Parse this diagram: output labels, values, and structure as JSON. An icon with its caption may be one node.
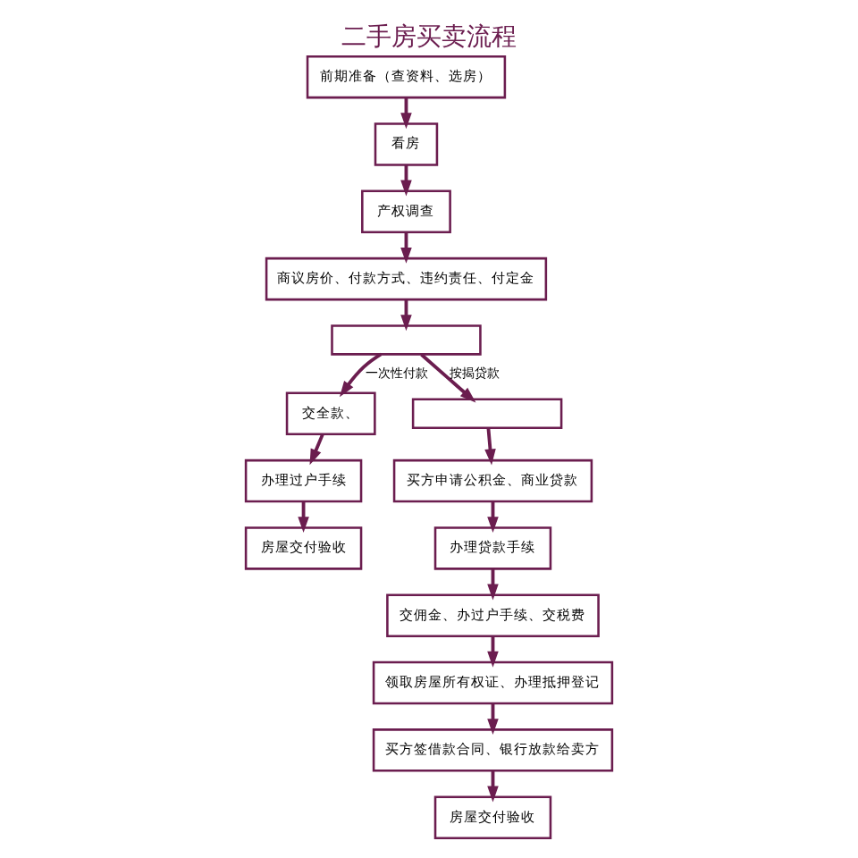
{
  "diagram": {
    "title": "二手房买卖流程",
    "nodes": [
      {
        "text": [
          "前期准备（查资料、选房）"
        ]
      },
      {
        "text": [
          "看房"
        ]
      },
      {
        "text": [
          "产权调查"
        ]
      },
      {
        "text": [
          "商议房价、付款方式、违约责任、付定金"
        ]
      },
      {
        "text": [],
        "shape": "box"
      },
      {
        "text": [
          "交全款、"
        ]
      },
      {
        "text": [],
        "shape": "box"
      },
      {
        "text": [
          "办理过户手续"
        ]
      },
      {
        "text": [
          "房屋交付验收"
        ]
      },
      {
        "text": [
          "买方申请公积金、商业贷款"
        ]
      },
      {
        "text": [
          "办理贷款手续"
        ]
      },
      {
        "text": [
          "交佣金、办过户手续、交税费"
        ]
      },
      {
        "text": [
          "领取房屋所有权证、办理抵押登记"
        ]
      },
      {
        "text": [
          "买方签借款合同、银行放款给卖方"
        ]
      },
      {
        "text": [
          "房屋交付验收"
        ]
      }
    ],
    "edges": [
      {
        "from": 0,
        "to": 1,
        "arrow": "to"
      },
      {
        "from": 1,
        "to": 2,
        "arrow": "to"
      },
      {
        "from": 2,
        "to": 3,
        "arrow": "to"
      },
      {
        "from": 3,
        "to": 4,
        "arrow": "to"
      },
      {
        "from": 4,
        "to": 5,
        "arrow": "to",
        "label": "一次性付款"
      },
      {
        "from": 4,
        "to": 6,
        "arrow": "to",
        "label": "按揭贷款"
      },
      {
        "from": 5,
        "to": 7,
        "arrow": "to"
      },
      {
        "from": 7,
        "to": 8,
        "arrow": "to"
      },
      {
        "from": 6,
        "to": 9,
        "arrow": "to"
      },
      {
        "from": 9,
        "to": 10,
        "arrow": "to"
      },
      {
        "from": 10,
        "to": 11,
        "arrow": "to"
      },
      {
        "from": 11,
        "to": 12,
        "arrow": "to"
      },
      {
        "from": 12,
        "to": 13,
        "arrow": "to"
      },
      {
        "from": 13,
        "to": 14,
        "arrow": "to"
      }
    ]
  }
}
